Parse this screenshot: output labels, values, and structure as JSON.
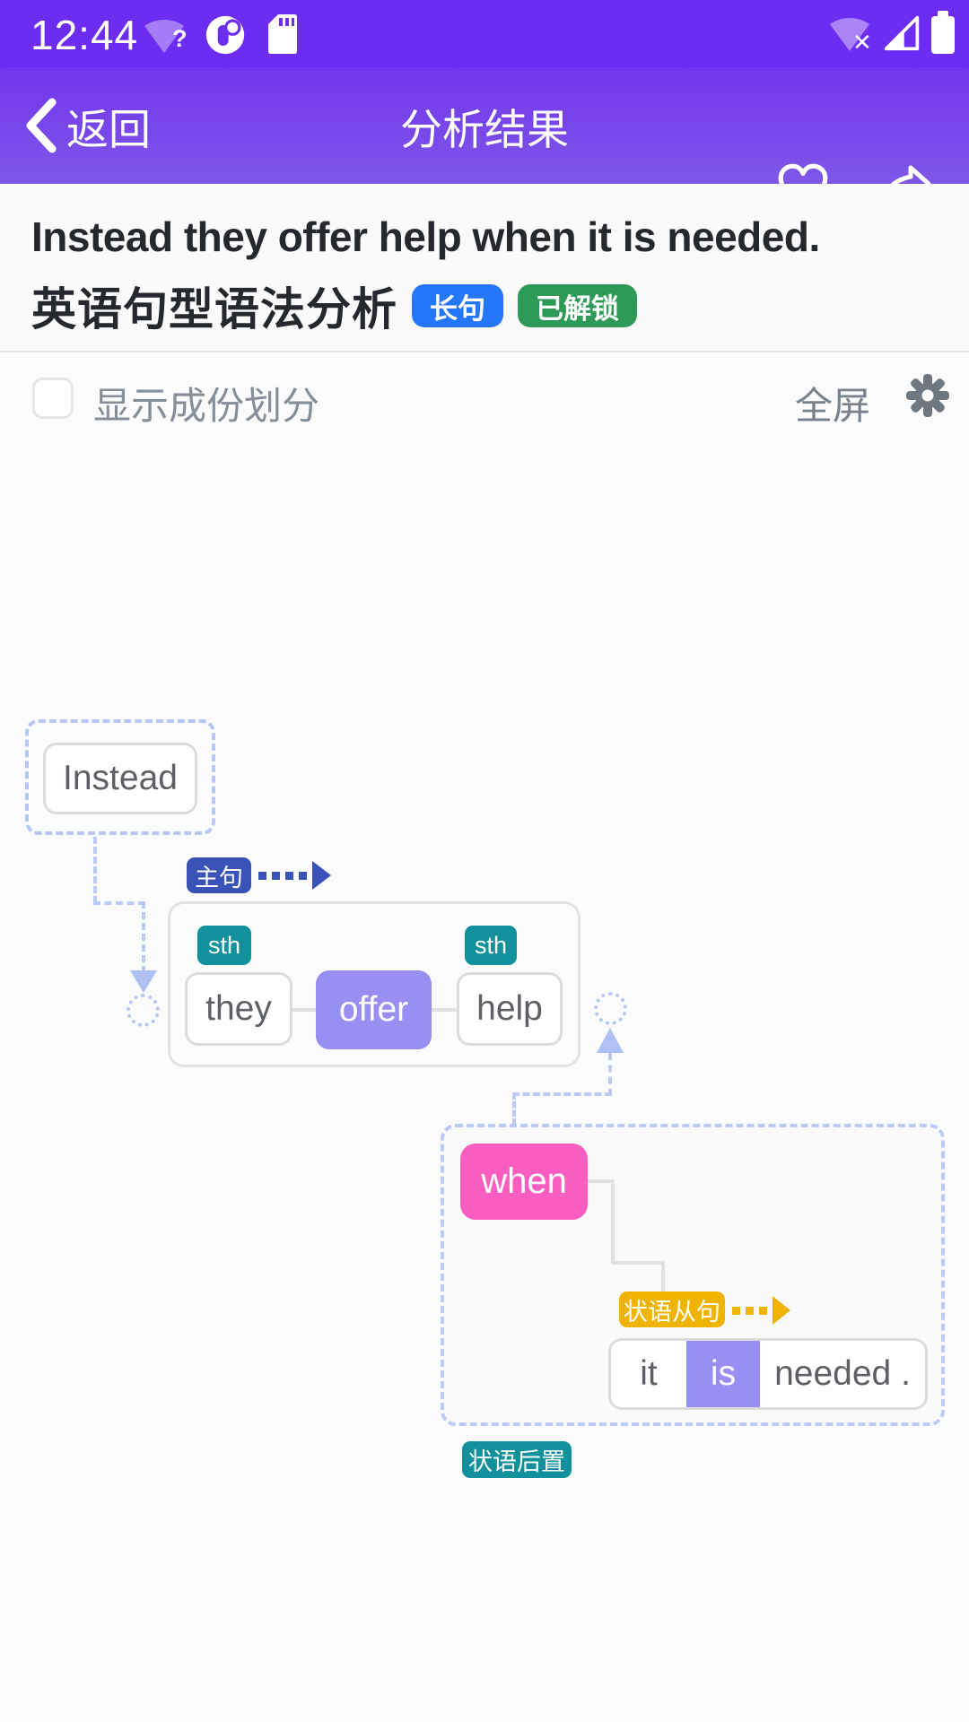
{
  "colors": {
    "status_bar_bg": "#6d2cf1",
    "header_gradient_top": "#7136ee",
    "header_gradient_bottom": "#7e57e7",
    "badge_long_blue": "#2577fa",
    "badge_unlocked_green": "#2e9a57",
    "main_clause_badge_blue": "#3a53b8",
    "sub_clause_badge_yellow": "#efb301",
    "tag_teal": "#12919c",
    "verb_purple": "#988ff2",
    "conjunction_pink": "#fb5ec0",
    "connector_periwinkle": "#bccaf5",
    "connector_gray": "#e1e1e1"
  },
  "status_bar": {
    "time": "12:44",
    "wifi_question_glyph": "?",
    "wifi_x_glyph": "✕"
  },
  "header": {
    "back_label": "返回",
    "title": "分析结果"
  },
  "sentence": {
    "english": "Instead they offer help when it is needed.",
    "chinese": "英语句型语法分析",
    "badges": [
      {
        "label": "长句"
      },
      {
        "label": "已解锁"
      }
    ]
  },
  "toolbar": {
    "checkbox_label": "显示成份划分",
    "fullscreen_label": "全屏"
  },
  "diagram": {
    "adverb": "Instead",
    "main_clause_badge": "主句",
    "main_clause": {
      "subject_tag": "sth",
      "subject": "they",
      "verb": "offer",
      "object_tag": "sth",
      "object": "help"
    },
    "sub_clause_badge": "状语从句",
    "conjunction": "when",
    "sub_clause": {
      "subject": "it",
      "verb": "is",
      "complement": "needed ."
    },
    "postposition_badge": "状语后置"
  }
}
